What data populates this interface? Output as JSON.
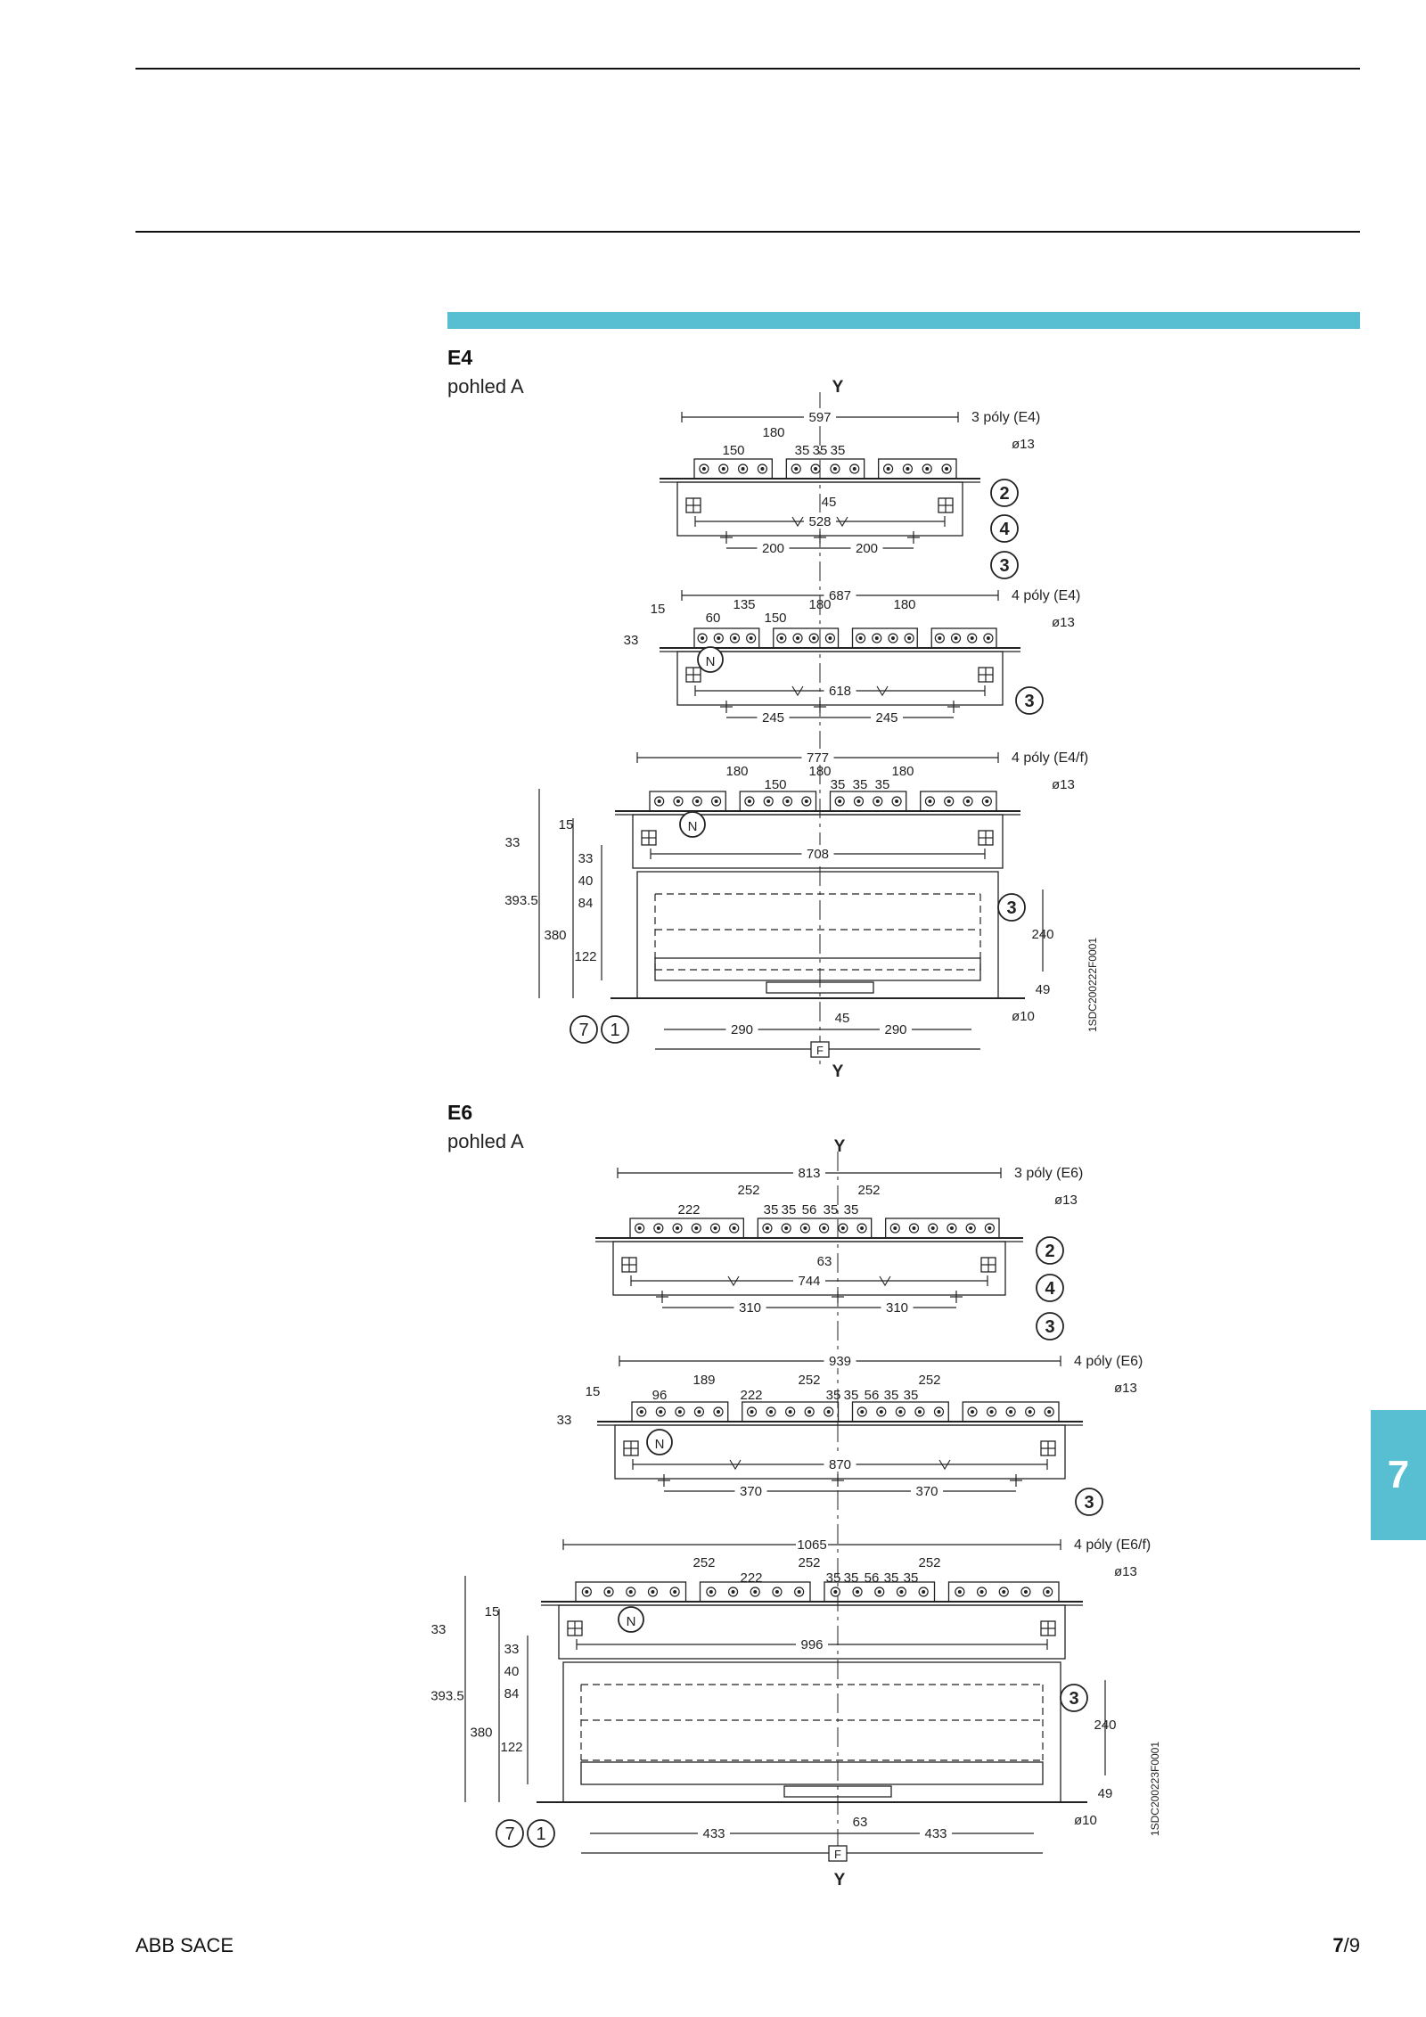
{
  "header": {},
  "sections": [
    {
      "title": "E4",
      "subtitle": "pohled A",
      "axis_label": "Y",
      "views": [
        {
          "label": "3 póly (E4)",
          "hole": "ø13",
          "overall": "597",
          "inner": "528",
          "pitch": "180",
          "terminal": "150",
          "bolt_spacing": [
            "35",
            "35",
            "35"
          ],
          "offset": "45",
          "fixing": [
            "200",
            "200"
          ],
          "callouts": [
            "2",
            "4",
            "3"
          ]
        },
        {
          "label": "4 póly (E4)",
          "hole": "ø13",
          "overall": "687",
          "inner": "618",
          "pitches": [
            "135",
            "180",
            "180"
          ],
          "terminal": "150",
          "neutral_offset": "60",
          "top_offsets": [
            "15",
            "33"
          ],
          "neutral": "N",
          "fixing": [
            "245",
            "245"
          ],
          "callouts": [
            "3"
          ]
        },
        {
          "label": "4 póly (E4/f)",
          "hole": "ø13",
          "overall": "777",
          "inner": "708",
          "pitches": [
            "180",
            "180",
            "180"
          ],
          "terminal": "150",
          "bolt_spacing": [
            "35",
            "35",
            "35"
          ],
          "top_offsets": [
            "15",
            "33"
          ],
          "neutral": "N",
          "heights_left": [
            "393.5",
            "380"
          ],
          "heights_inner": [
            "33",
            "40",
            "84",
            "122"
          ],
          "heights_right": [
            "240",
            "49"
          ],
          "floor_hole": "ø10",
          "floor_fixing": [
            "290",
            "290"
          ],
          "floor_offset": "45",
          "front": "F",
          "callouts": [
            "3",
            "7",
            "1"
          ],
          "code": "1SDC200222F0001"
        }
      ]
    },
    {
      "title": "E6",
      "subtitle": "pohled A",
      "axis_label": "Y",
      "views": [
        {
          "label": "3 póly (E6)",
          "hole": "ø13",
          "overall": "813",
          "inner": "744",
          "pitches": [
            "252",
            "252"
          ],
          "terminal": "222",
          "bolt_spacing": [
            "35",
            "35",
            "56",
            "35",
            "35"
          ],
          "offset": "63",
          "fixing": [
            "310",
            "310"
          ],
          "callouts": [
            "2",
            "4",
            "3"
          ]
        },
        {
          "label": "4 póly (E6)",
          "hole": "ø13",
          "overall": "939",
          "inner": "870",
          "pitches": [
            "189",
            "252",
            "252"
          ],
          "terminal": "222",
          "neutral_offset": "96",
          "bolt_spacing": [
            "35",
            "35",
            "56",
            "35",
            "35"
          ],
          "top_offsets": [
            "15",
            "33"
          ],
          "neutral": "N",
          "fixing": [
            "370",
            "370"
          ],
          "callouts": [
            "3"
          ]
        },
        {
          "label": "4 póly (E6/f)",
          "hole": "ø13",
          "overall": "1065",
          "inner": "996",
          "pitches": [
            "252",
            "252",
            "252"
          ],
          "terminal": "222",
          "bolt_spacing": [
            "35",
            "35",
            "56",
            "35",
            "35"
          ],
          "top_offsets": [
            "15",
            "33"
          ],
          "neutral": "N",
          "heights_left": [
            "393.5",
            "380"
          ],
          "heights_inner": [
            "33",
            "40",
            "84",
            "122"
          ],
          "heights_right": [
            "240",
            "49"
          ],
          "floor_hole": "ø10",
          "floor_fixing": [
            "433",
            "433"
          ],
          "floor_offset": "63",
          "front": "F",
          "callouts": [
            "3",
            "7",
            "1"
          ],
          "code": "1SDC200223F0001"
        }
      ]
    }
  ],
  "side_tab": "7",
  "footer": {
    "company": "ABB SACE",
    "page_chapter": "7",
    "page_number": "/9"
  }
}
